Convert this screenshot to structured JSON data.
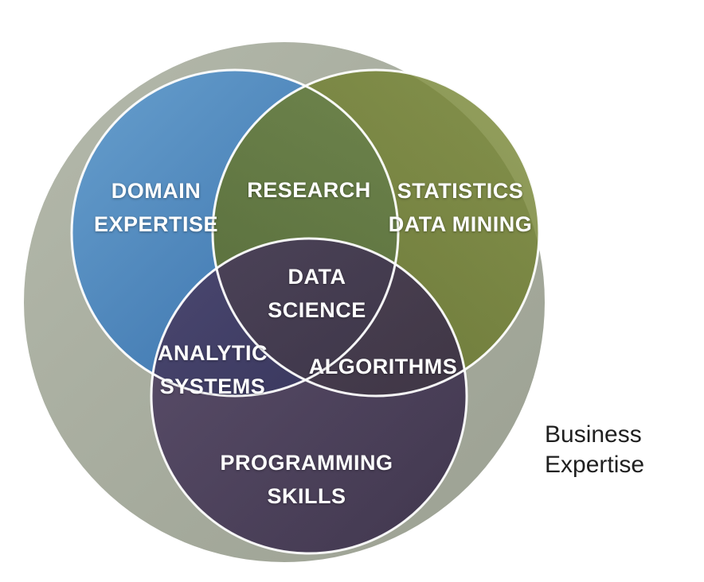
{
  "diagram": {
    "outer_label": "Business\nExpertise",
    "regions": {
      "domain": "DOMAIN\nEXPERTISE",
      "research": "RESEARCH",
      "statistics": "STATISTICS\nDATA MINING",
      "data_science": "DATA\nSCIENCE",
      "analytic_systems": "ANALYTIC\nSYSTEMS",
      "algorithms": "ALGORITHMS",
      "programming": "PROGRAMMING\nSKILLS"
    },
    "colors": {
      "background": "#ffffff",
      "outer_circle": "#9ba092",
      "outer_circle_light": "#b4b9ab",
      "domain_circle": "#1f5fa8",
      "domain_circle_light": "#5a9bd4",
      "statistics_circle": "#5a6820",
      "statistics_circle_light": "#7d8c3a",
      "programming_circle": "#2c1f3e",
      "programming_circle_light": "#4a3a60",
      "circle_outline": "#ffffff",
      "region_label_text": "#ffffff",
      "outer_label_text": "#1f1f1f"
    }
  }
}
